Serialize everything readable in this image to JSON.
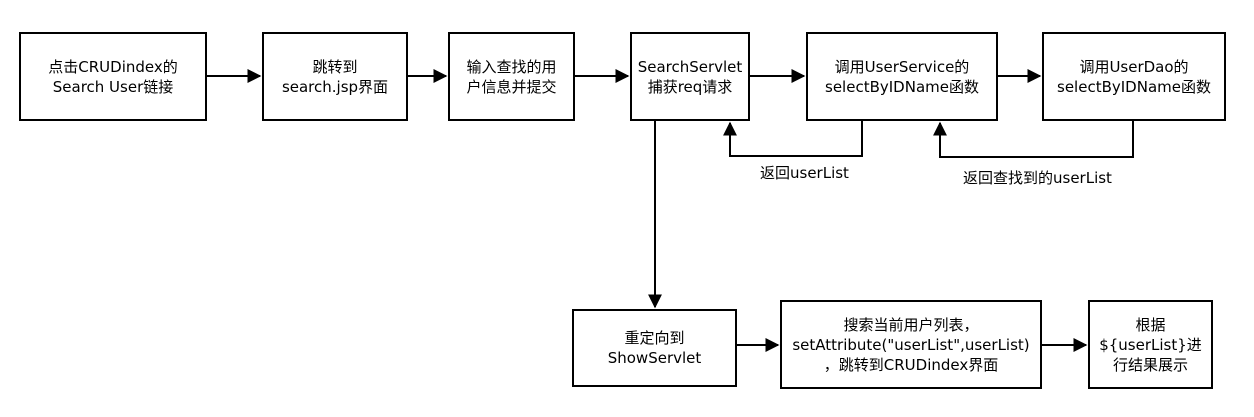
{
  "nodes": {
    "n1": "点击CRUDindex的\nSearch User链接",
    "n2": "跳转到\nsearch.jsp界面",
    "n3": "输入查找的用\n户信息并提交",
    "n4": "SearchServlet\n捕获req请求",
    "n5": "调用UserService的\nselectByIDName函数",
    "n6": "调用UserDao的\nselectByIDName函数",
    "n7": "重定向到\nShowServlet",
    "n8": "搜索当前用户列表，\nsetAttribute(\"userList\",userList)\n，跳转到CRUDindex界面",
    "n9": "根据\n${userList}进\n行结果展示"
  },
  "edges": {
    "return_userlist": "返回userList",
    "return_found_userlist": "返回查找到的userList"
  }
}
